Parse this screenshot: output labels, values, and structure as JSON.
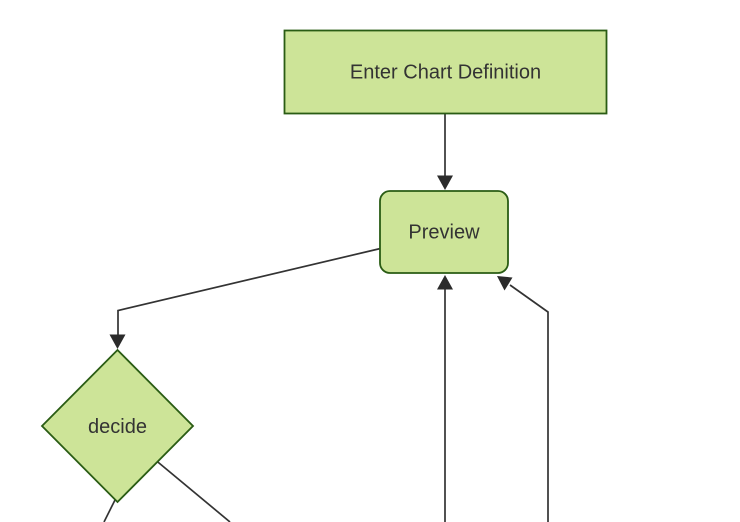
{
  "diagram": {
    "type": "flowchart",
    "direction": "top-down",
    "nodes": [
      {
        "id": "enter-chart-definition",
        "label": "Enter Chart Definition",
        "shape": "rectangle"
      },
      {
        "id": "preview",
        "label": "Preview",
        "shape": "rounded-rectangle"
      },
      {
        "id": "decide",
        "label": "decide",
        "shape": "diamond"
      }
    ],
    "edges": [
      {
        "from": "Enter Chart Definition",
        "to": "Preview",
        "arrow": true
      },
      {
        "from": "Preview",
        "to": "decide",
        "arrow": true
      },
      {
        "from": "decide",
        "to": "(offscreen bottom-left)",
        "arrow": false
      },
      {
        "from": "decide",
        "to": "(offscreen bottom-right)",
        "arrow": false
      },
      {
        "from": "(offscreen bottom)",
        "to": "Preview",
        "arrow": true
      },
      {
        "from": "(offscreen bottom-right)",
        "to": "Preview",
        "arrow": true
      }
    ],
    "colors": {
      "node_fill": "#cde498",
      "node_border": "#2a5c14",
      "edge": "#333333",
      "arrowhead": "#2b2b2b",
      "text": "#333333",
      "background": "#ffffff"
    }
  }
}
